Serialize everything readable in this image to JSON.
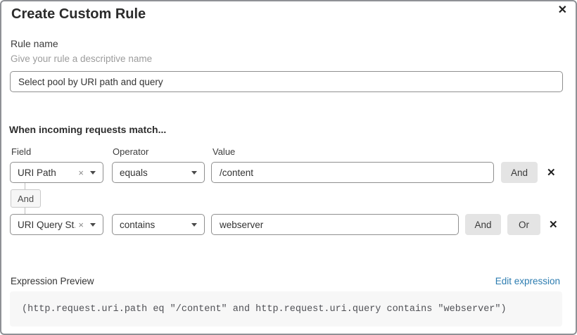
{
  "dialog": {
    "title": "Create Custom Rule"
  },
  "icons": {
    "close": "✕",
    "remove": "✕",
    "clear": "×",
    "chevron_down": "▾"
  },
  "rule_name": {
    "label": "Rule name",
    "help": "Give your rule a descriptive name",
    "value": "Select pool by URI path and query"
  },
  "matcher": {
    "heading": "When incoming requests match...",
    "columns": {
      "field": "Field",
      "operator": "Operator",
      "value": "Value"
    },
    "connector_label": "And",
    "rows": [
      {
        "field": "URI Path",
        "operator": "equals",
        "value": "/content",
        "and_button": "And"
      },
      {
        "field": "URI Query St...",
        "operator": "contains",
        "value": "webserver",
        "and_button": "And",
        "or_button": "Or"
      }
    ]
  },
  "expression": {
    "label": "Expression Preview",
    "edit_link": "Edit expression",
    "preview": "(http.request.uri.path eq \"/content\" and http.request.uri.query contains \"webserver\")"
  },
  "colors": {
    "link_blue": "#2c7cb0",
    "button_gray": "#e4e4e4",
    "code_bg": "#f7f7f7",
    "input_border": "#8f8f8f"
  }
}
